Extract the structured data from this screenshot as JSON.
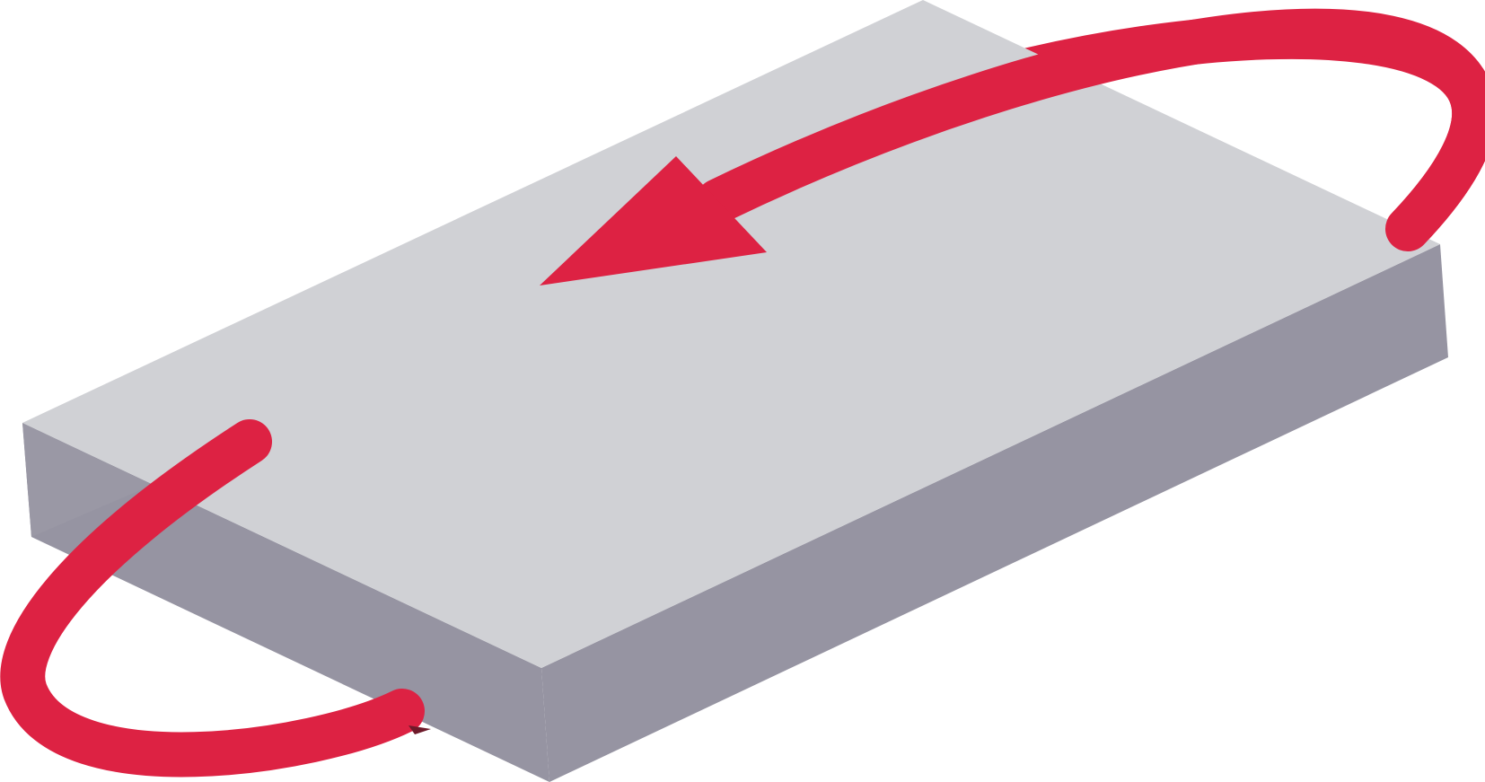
{
  "diagram": {
    "subject": "slab-rotation-about-vertical-axis",
    "rotation_direction": "counterclockwise-when-viewed-from-above"
  },
  "colors": {
    "slab_top": "#D0D1D5",
    "slab_side": "#9694A2",
    "arrow": "#DD2243",
    "background": "#FFFFFF"
  },
  "icons": {
    "rotation_arrow": "curved-rotation-arrow"
  }
}
